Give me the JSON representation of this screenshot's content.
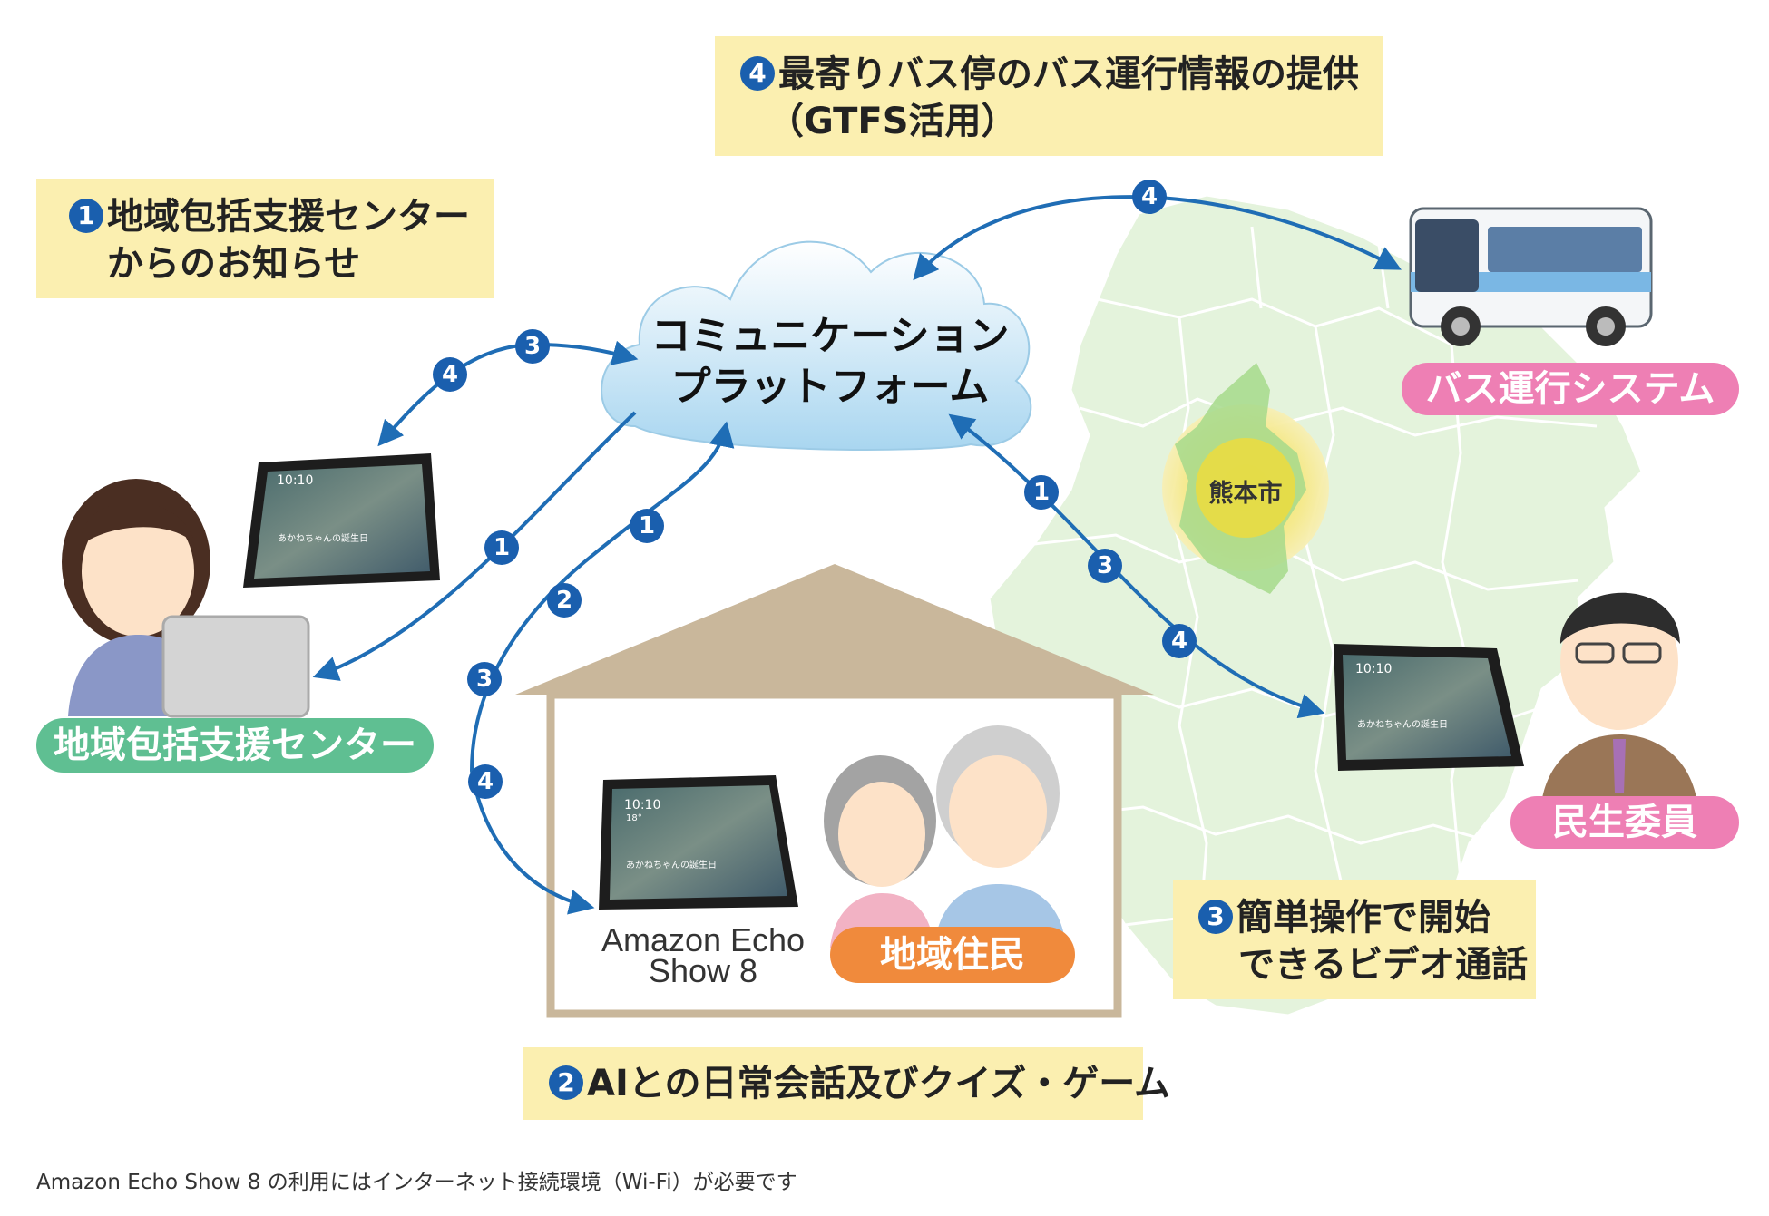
{
  "notes": {
    "n1": {
      "number": "1",
      "line1": "地域包括支援センター",
      "line2": "からのお知らせ"
    },
    "n2": {
      "number": "2",
      "line1": "AIとの日常会話及びクイズ・ゲーム"
    },
    "n3": {
      "number": "3",
      "line1": "簡単操作で開始",
      "line2": "できるビデオ通話"
    },
    "n4": {
      "number": "4",
      "line1": "最寄りバス停のバス運行情報の提供",
      "line2": "（GTFS活用）"
    }
  },
  "cloud": {
    "line1": "コミュニケーション",
    "line2": "プラットフォーム"
  },
  "map": {
    "city_label": "熊本市"
  },
  "labels": {
    "center": "地域包括支援センター",
    "bus_system": "バス運行システム",
    "welfare_commissioner": "民生委員",
    "residents": "地域住民",
    "device_line1": "Amazon Echo",
    "device_line2": "Show 8"
  },
  "screen": {
    "time": "10:10",
    "temp": "18°",
    "message": "あかねちゃんの誕生日"
  },
  "arrow_badges": [
    "1",
    "2",
    "3",
    "4"
  ],
  "footer": "Amazon Echo Show 8 の利用にはインターネット接続環境（Wi-Fi）が必要です",
  "colors": {
    "note_bg": "#fbefb0",
    "badge_blue": "#1a5fae",
    "arrow_blue": "#1f6db5",
    "center_green": "#5fbf92",
    "pink": "#ee7fb4",
    "orange": "#f08a3c",
    "house_beige": "#c9b79b",
    "map_green": "#e4f3dc"
  }
}
